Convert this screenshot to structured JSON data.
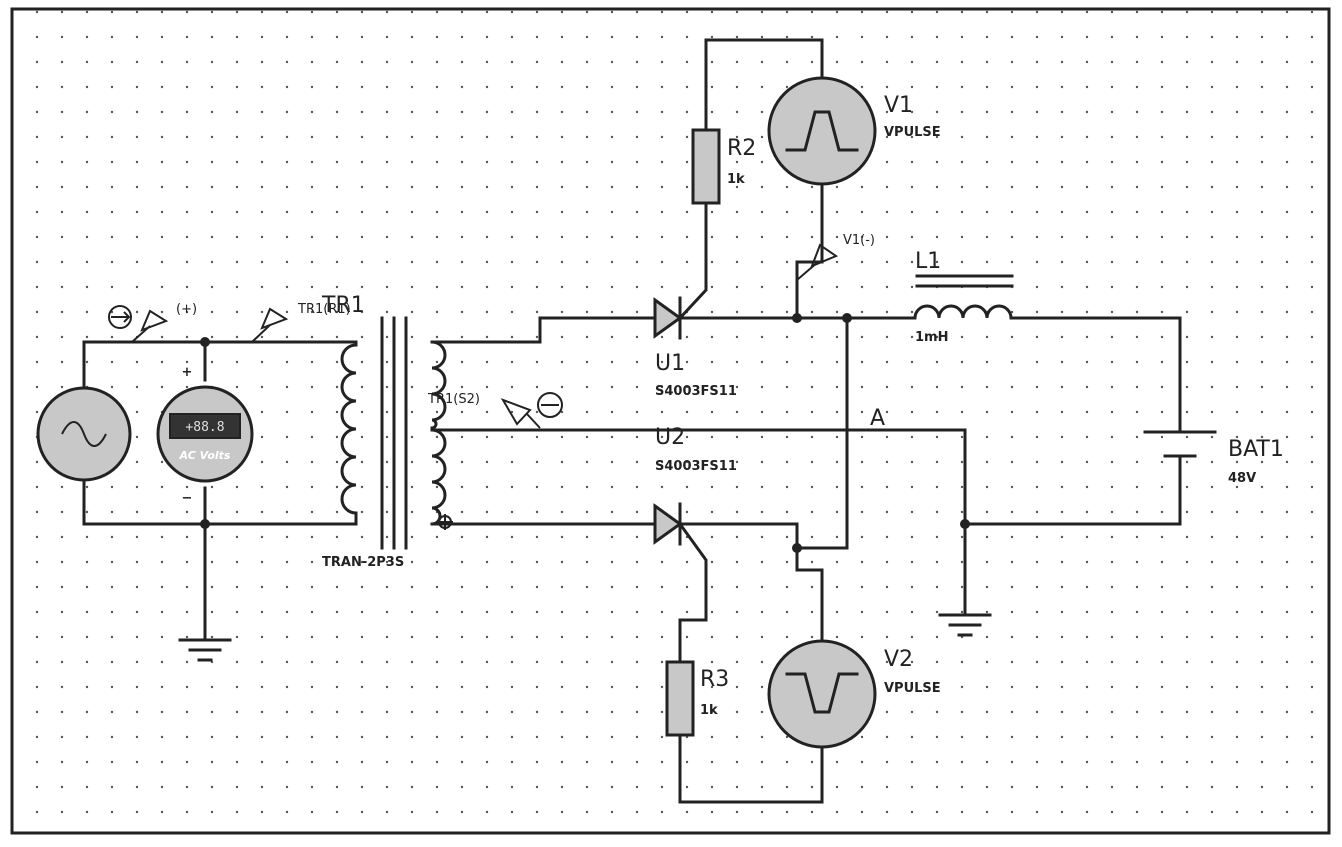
{
  "components": {
    "transformer": {
      "ref": "TR1",
      "type": "TRAN-2P3S"
    },
    "r2": {
      "ref": "R2",
      "value": "1k"
    },
    "r3": {
      "ref": "R3",
      "value": "1k"
    },
    "v1": {
      "ref": "V1",
      "type": "VPULSE"
    },
    "v2": {
      "ref": "V2",
      "type": "VPULSE"
    },
    "l1": {
      "ref": "L1",
      "value": "1mH"
    },
    "u1": {
      "ref": "U1",
      "type": "S4003FS11"
    },
    "u2": {
      "ref": "U2",
      "type": "S4003FS11"
    },
    "bat1": {
      "ref": "BAT1",
      "value": "48V"
    },
    "voltmeter": {
      "display": "+88.8",
      "caption": "AC Volts",
      "plus": "+",
      "minus": "−"
    }
  },
  "probes": {
    "p_plus": "(+)",
    "p_tr1r1": "TR1(R1)",
    "p_tr1s2": "TR1(S2)",
    "p_v1minus": "V1(-)"
  },
  "nodes": {
    "a": "A"
  }
}
